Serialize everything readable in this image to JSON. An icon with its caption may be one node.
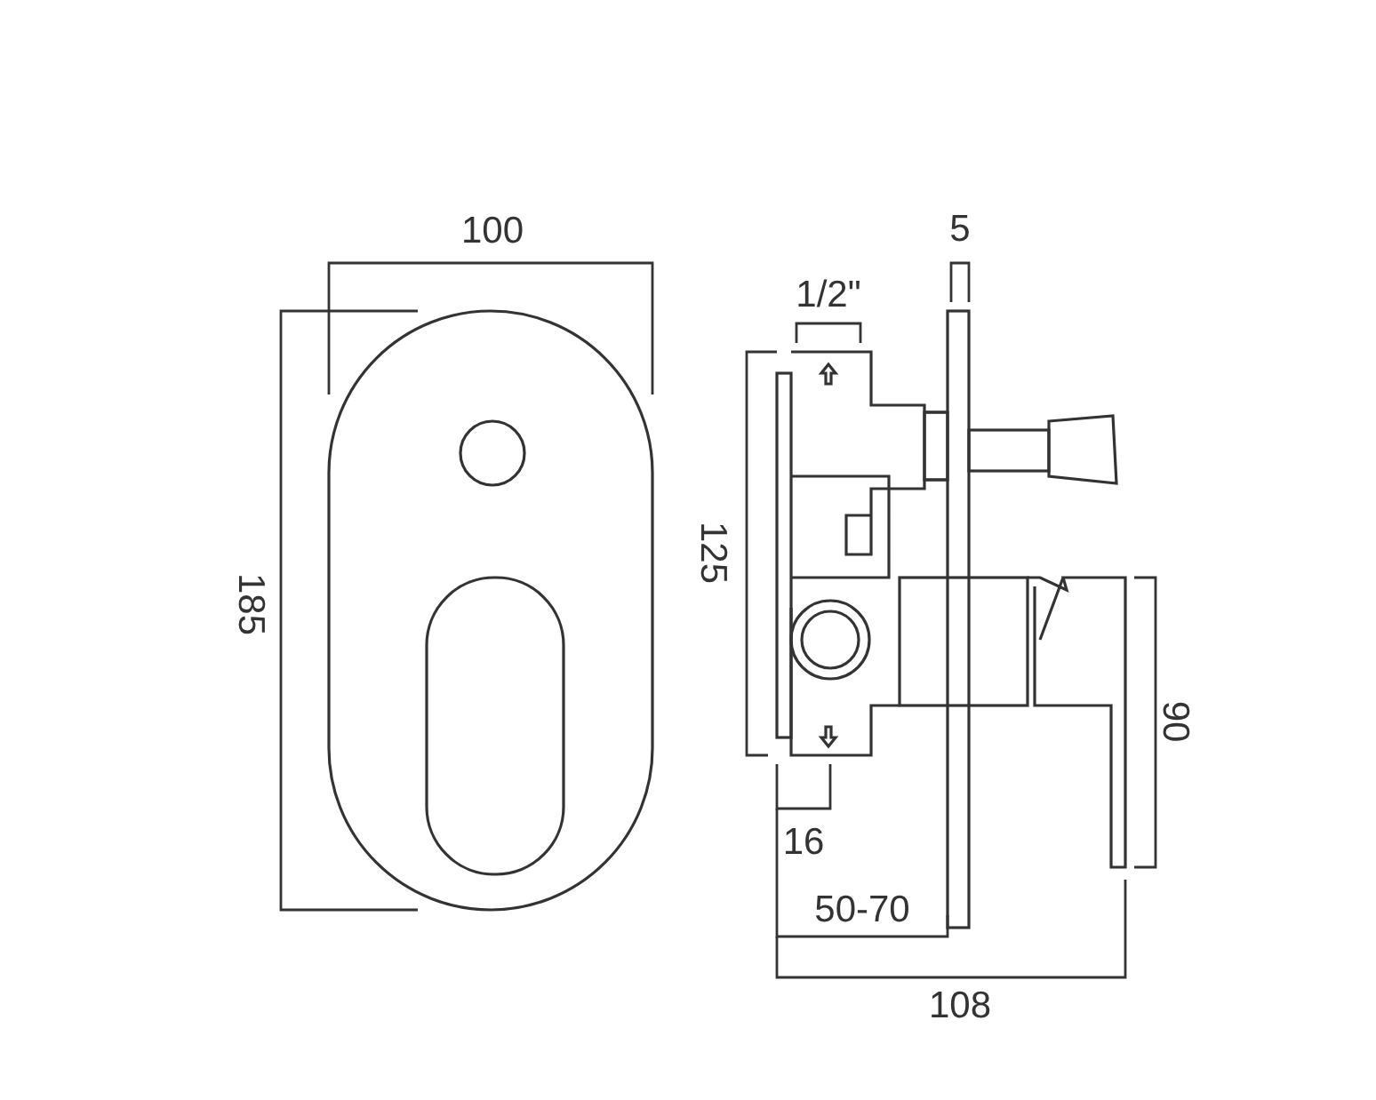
{
  "diagram": {
    "labels": [
      "100",
      "5",
      "1/2\"",
      "185",
      "125",
      "90",
      "16",
      "50-70",
      "108"
    ]
  }
}
